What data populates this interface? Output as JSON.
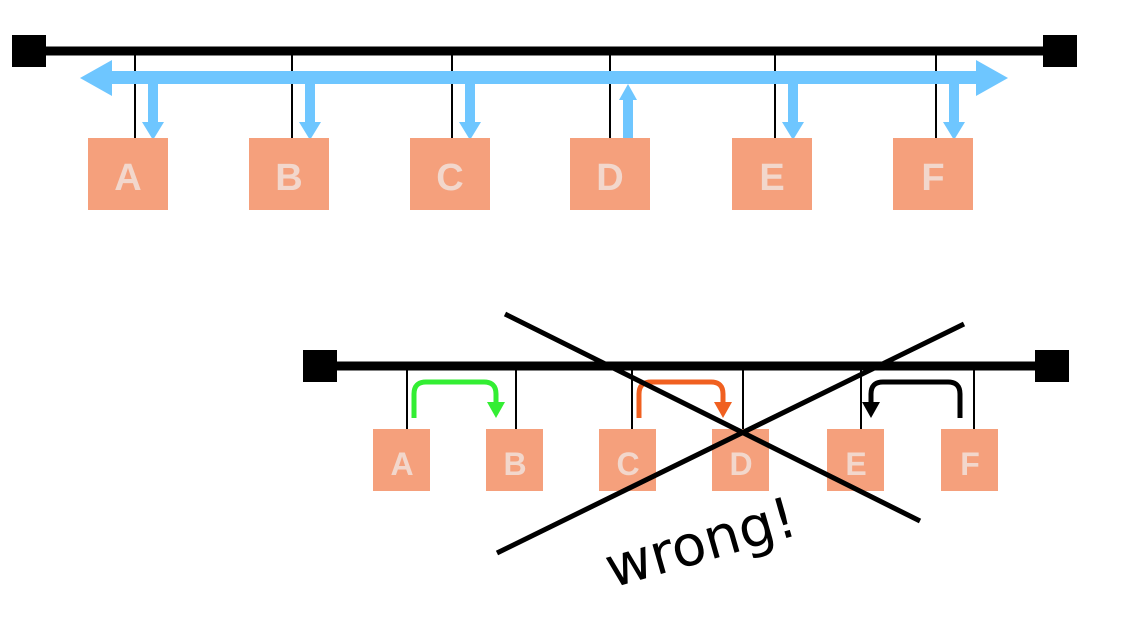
{
  "colors": {
    "background": "#ffffff",
    "bus": "#000000",
    "node_fill": "#f5a07c",
    "node_text": "#f2d7cc",
    "broadcast_arrow": "#6ec6ff",
    "arrow_green": "#33ee33",
    "arrow_orange": "#f06020",
    "arrow_black": "#000000",
    "cross": "#000000"
  },
  "top_diagram": {
    "nodes": [
      "A",
      "B",
      "C",
      "D",
      "E",
      "F"
    ],
    "source_node": "D"
  },
  "bottom_diagram": {
    "nodes": [
      "A",
      "B",
      "C",
      "D",
      "E",
      "F"
    ],
    "transfers": [
      {
        "from": "A",
        "to": "B",
        "color": "arrow_green"
      },
      {
        "from": "C",
        "to": "D",
        "color": "arrow_orange"
      },
      {
        "from": "F",
        "to": "E",
        "color": "arrow_black"
      }
    ],
    "wrong_label": "wrong!"
  }
}
